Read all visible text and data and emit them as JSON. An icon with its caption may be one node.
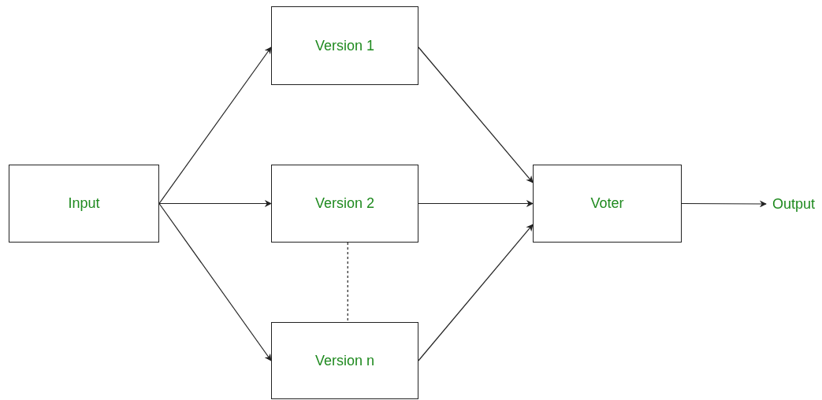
{
  "diagram": {
    "nodes": [
      {
        "text": [
          "Input"
        ]
      },
      {
        "text": [
          "Version 1"
        ]
      },
      {
        "text": [
          "Version 2"
        ]
      },
      {
        "text": [
          "Version n"
        ]
      },
      {
        "text": [
          "Voter"
        ]
      },
      {
        "text": [
          "Output"
        ]
      }
    ],
    "edges": [
      {
        "from": 0,
        "to": 1,
        "arrow": "to"
      },
      {
        "from": 0,
        "to": 2,
        "arrow": "to"
      },
      {
        "from": 0,
        "to": 3,
        "arrow": "to"
      },
      {
        "from": 1,
        "to": 4,
        "arrow": "to"
      },
      {
        "from": 2,
        "to": 4,
        "arrow": "to"
      },
      {
        "from": 3,
        "to": 4,
        "arrow": "to"
      },
      {
        "from": 4,
        "to": 5,
        "arrow": "to"
      },
      {
        "from": 2,
        "to": 3,
        "arrow": "none",
        "style": "dashed"
      }
    ]
  }
}
